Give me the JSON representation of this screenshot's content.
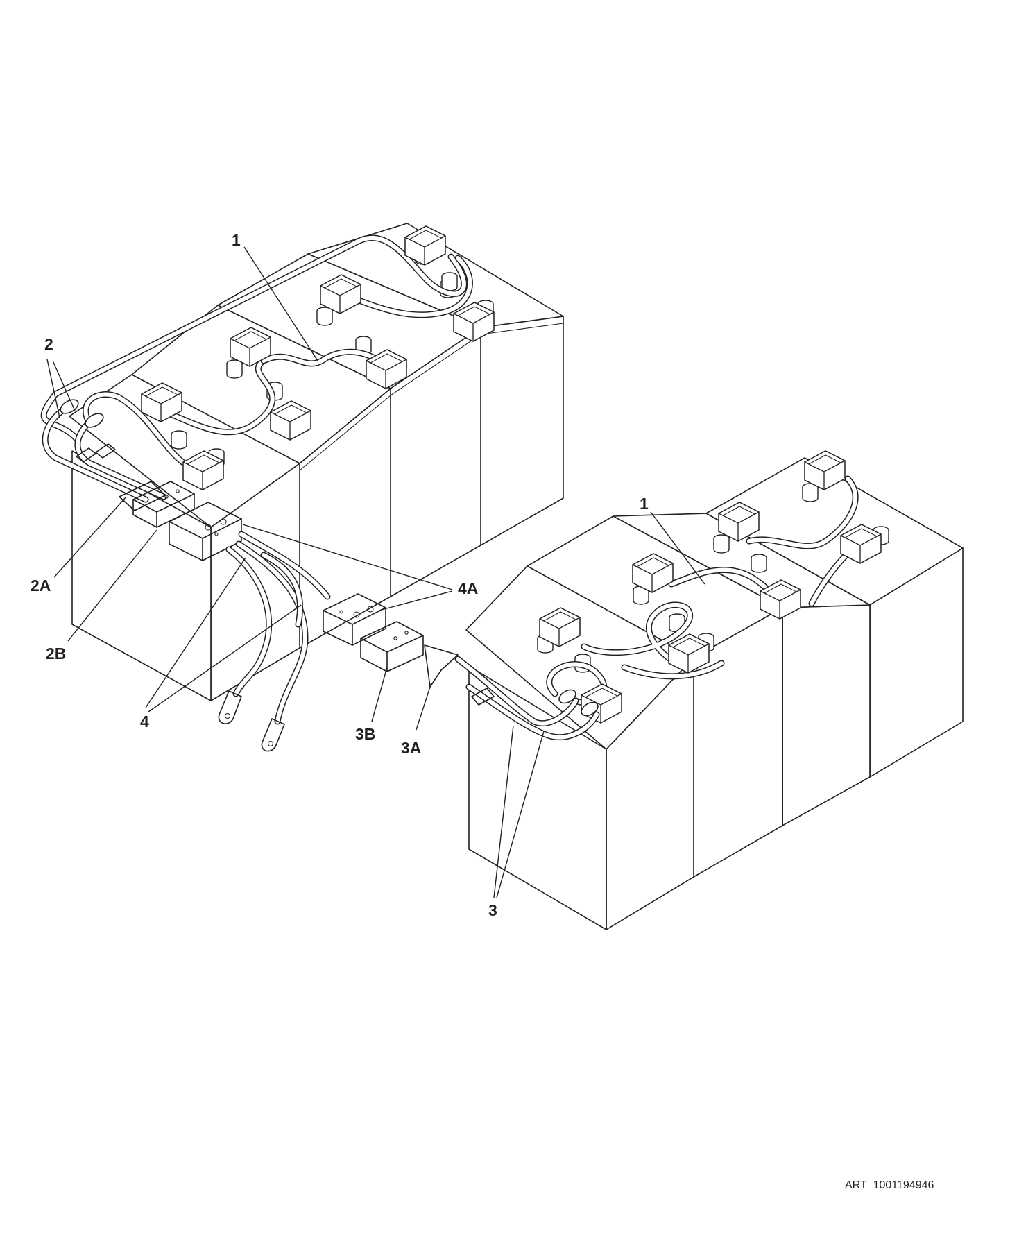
{
  "callouts": {
    "c1_left": "1",
    "c1_right": "1",
    "c2": "2",
    "c2A": "2A",
    "c2B": "2B",
    "c3": "3",
    "c3A": "3A",
    "c3B": "3B",
    "c4": "4",
    "c4A": "4A"
  },
  "art_id": "ART_1001194946",
  "colors": {
    "line": "#231f20",
    "background": "#ffffff"
  }
}
